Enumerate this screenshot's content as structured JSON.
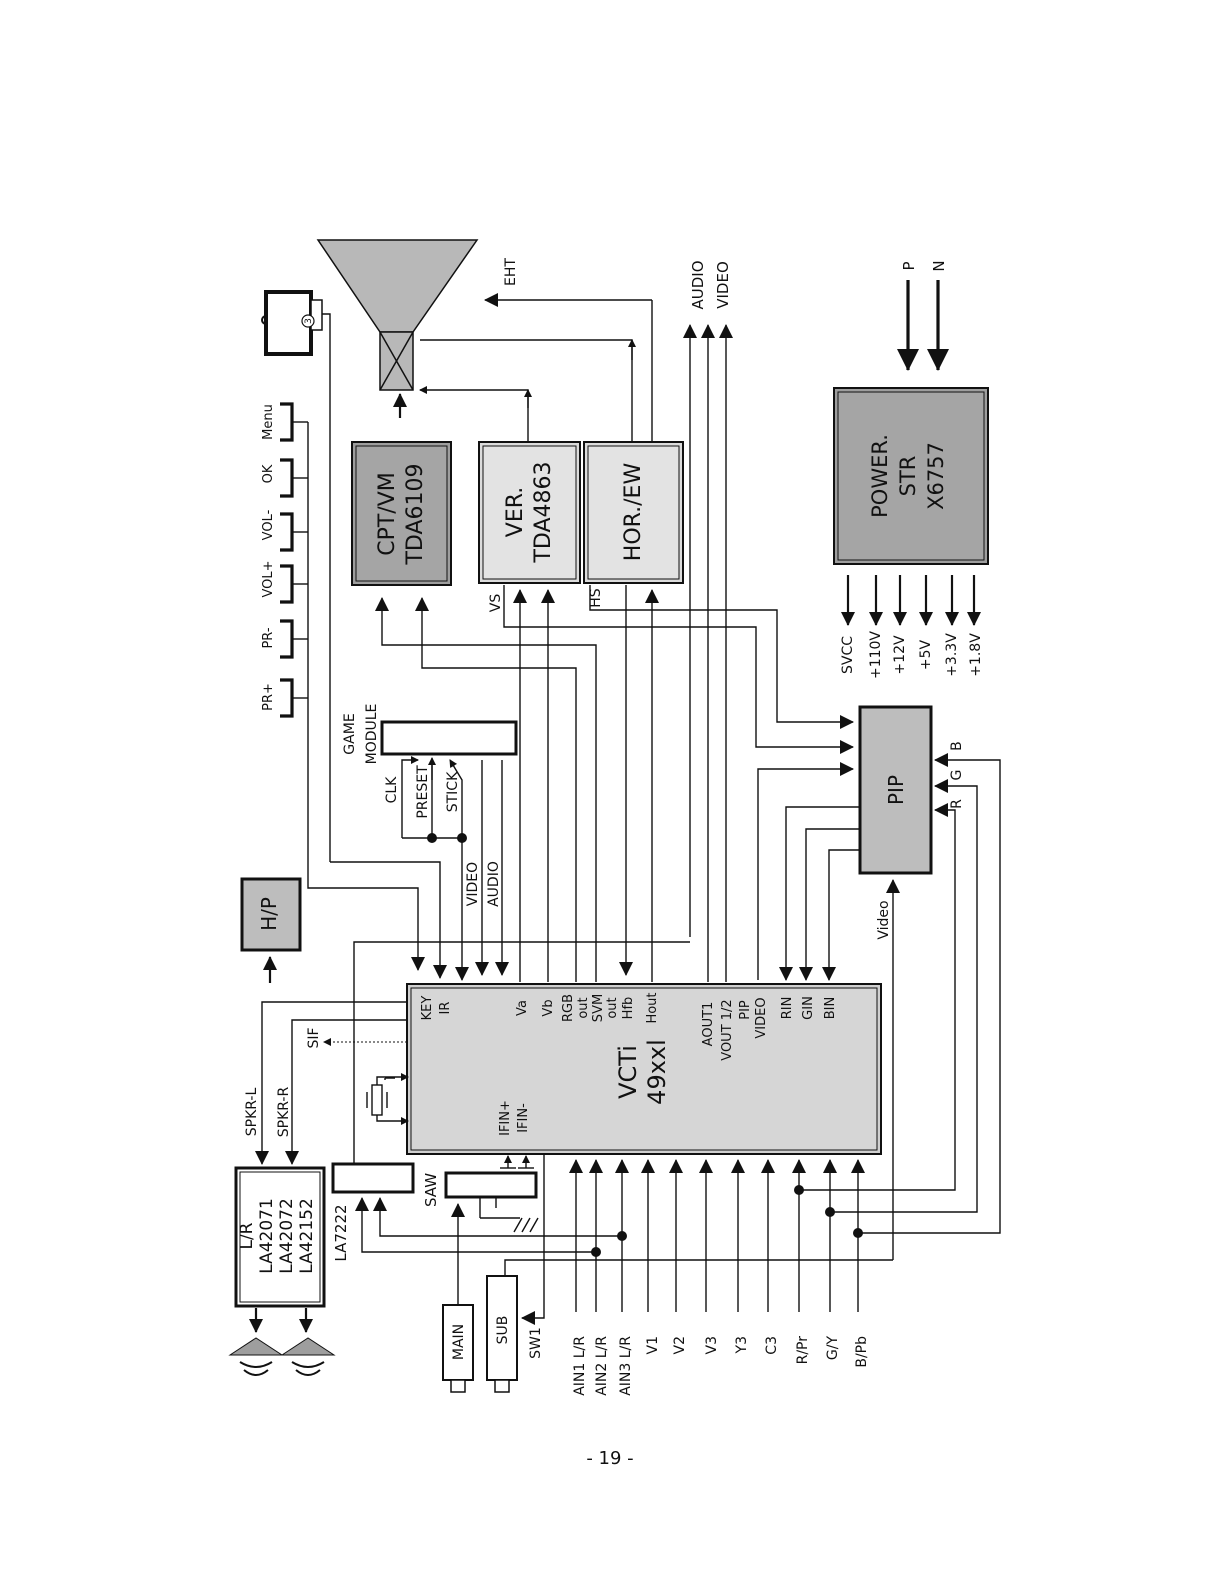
{
  "page_number": "- 19 -",
  "blocks": {
    "cpt": [
      "CPT/VM",
      "TDA6109"
    ],
    "ver": [
      "VER.",
      "TDA4863"
    ],
    "hor": [
      "HOR./EW"
    ],
    "power": [
      "POWER.",
      "STR",
      "X6757"
    ],
    "pip": "PIP",
    "vcti": [
      "VCTi",
      "49xxl"
    ],
    "hp": "H/P",
    "audio_amp": [
      "L/R",
      "LA42071",
      "LA42072",
      "LA42152"
    ],
    "la7222": "LA7222",
    "saw": "SAW",
    "game_module": [
      "GAME",
      "MODULE"
    ],
    "main": "MAIN",
    "sub": "SUB",
    "crt_pin": "3"
  },
  "keys": [
    "PR+",
    "PR-",
    "VOL+",
    "VOL-",
    "OK",
    "Menu"
  ],
  "signals": {
    "eht": "EHT",
    "audio": "AUDIO",
    "video": "VIDEO",
    "p": "P",
    "n": "N",
    "vs": "VS",
    "hs": "HS",
    "clk": "CLK",
    "preset": "PRESET",
    "stick": "STICK",
    "game_video": "VIDEO",
    "game_audio": "AUDIO",
    "sif": "SIF",
    "spkr_l": "SPKR-L",
    "spkr_r": "SPKR-R",
    "sw1": "SW1",
    "pip_video": "Video",
    "pip_r": "R",
    "pip_g": "G",
    "pip_b": "B"
  },
  "power_rails": [
    "SVCC",
    "+110V",
    "+12V",
    "+5V",
    "+3.3V",
    "+1.8V"
  ],
  "vcti_top_pins": [
    "KEY",
    "IR",
    "Va",
    "Vb",
    "RGB",
    "out",
    "SVM",
    "out",
    "Hfb",
    "Hout",
    "AOUT1",
    "VOUT 1/2",
    "PIP",
    "VIDEO",
    "RIN",
    "GIN",
    "BIN"
  ],
  "vcti_if_pins": [
    "IFIN+",
    "IFIN-"
  ],
  "inputs": [
    "AIN1 L/R",
    "AIN2 L/R",
    "AIN3 L/R",
    "V1",
    "V2",
    "V3",
    "Y3",
    "C3",
    "R/Pr",
    "G/Y",
    "B/Pb"
  ]
}
